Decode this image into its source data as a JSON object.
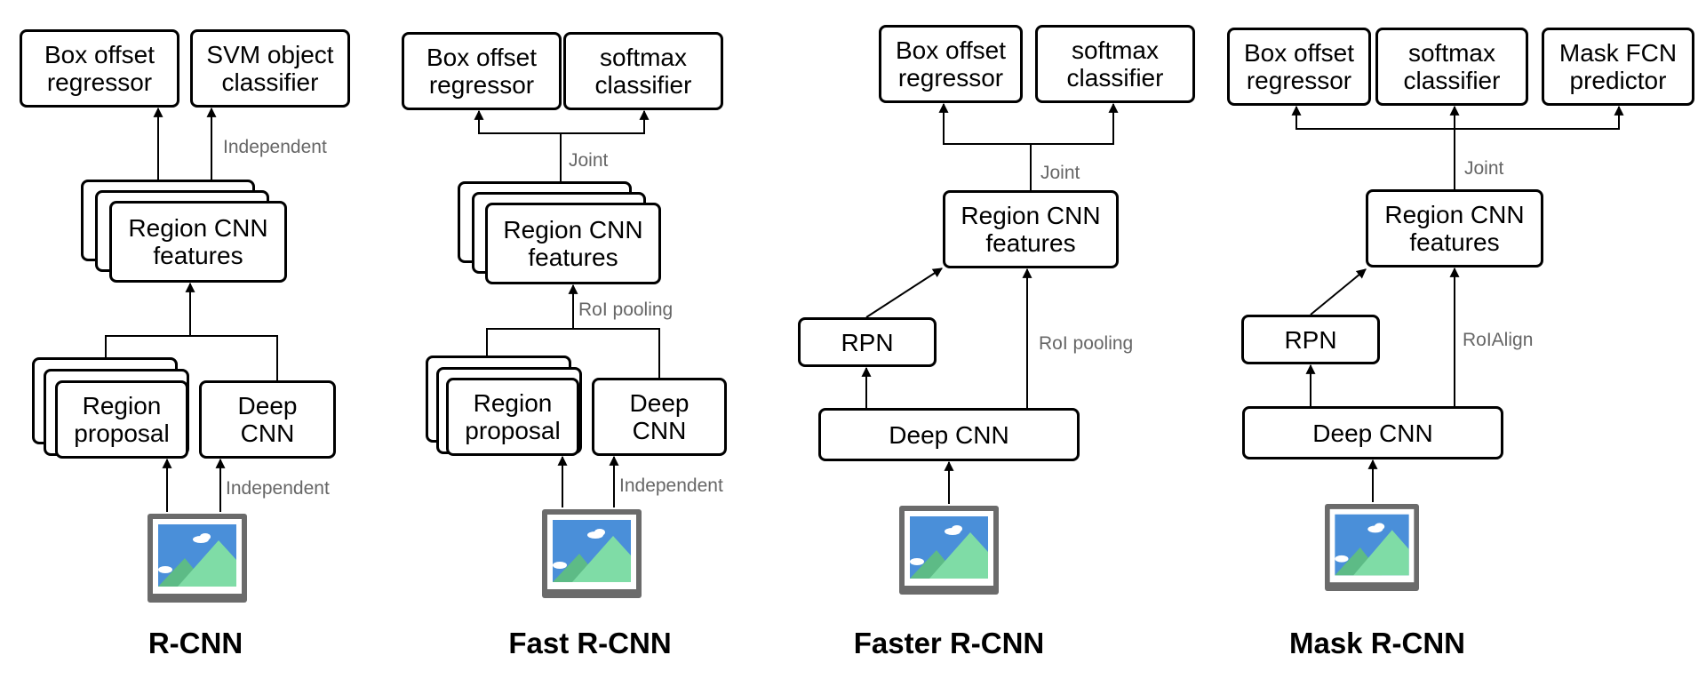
{
  "colors": {
    "stroke": "#000000",
    "label_text": "#666666",
    "frame": "#6b6b6b",
    "mat": "#ffffff",
    "sky": "#4a8fd9",
    "mountain_back": "#5dbb86",
    "mountain_front": "#7fdca6",
    "cloud": "#ffffff"
  },
  "rcnn": {
    "title": "R-CNN",
    "box_offset": "Box offset\nregressor",
    "svm": "SVM object\nclassifier",
    "region_features": "Region CNN\nfeatures",
    "region_proposal": "Region\nproposal",
    "deep_cnn": "Deep\nCNN",
    "label_independent_top": "Independent",
    "label_independent_bottom": "Independent"
  },
  "fast": {
    "title": "Fast R-CNN",
    "box_offset": "Box offset\nregressor",
    "softmax": "softmax\nclassifier",
    "region_features": "Region CNN\nfeatures",
    "region_proposal": "Region\nproposal",
    "deep_cnn": "Deep\nCNN",
    "label_joint": "Joint",
    "label_roi_pooling": "RoI pooling",
    "label_independent": "Independent"
  },
  "faster": {
    "title": "Faster R-CNN",
    "box_offset": "Box offset\nregressor",
    "softmax": "softmax\nclassifier",
    "region_features": "Region CNN\nfeatures",
    "rpn": "RPN",
    "deep_cnn": "Deep CNN",
    "label_joint": "Joint",
    "label_roi_pooling": "RoI pooling"
  },
  "mask": {
    "title": "Mask R-CNN",
    "box_offset": "Box offset\nregressor",
    "softmax": "softmax\nclassifier",
    "mask_fcn": "Mask FCN\npredictor",
    "region_features": "Region CNN\nfeatures",
    "rpn": "RPN",
    "deep_cnn": "Deep CNN",
    "label_joint": "Joint",
    "label_roialign": "RoIAlign"
  }
}
